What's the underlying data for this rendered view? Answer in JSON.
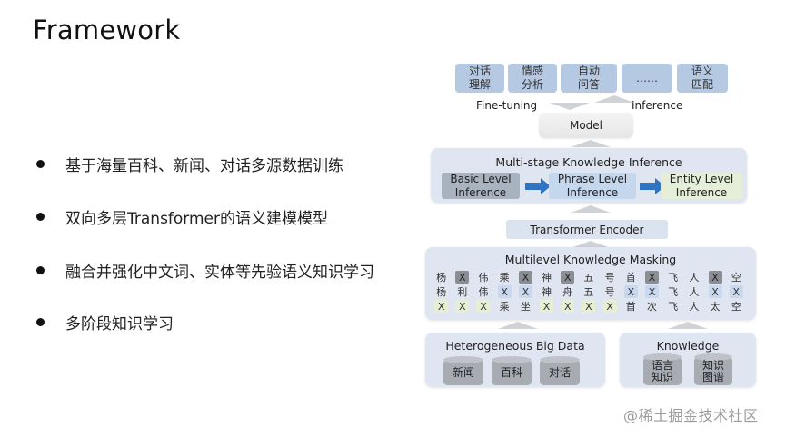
{
  "slide": {
    "title": "Framework",
    "bullets": [
      "基于海量百科、新闻、对话多源数据训练",
      "双向多层Transformer的语义建模模型",
      "融合并强化中文词、实体等先验语义知识学习",
      "多阶段知识学习"
    ]
  },
  "diagram": {
    "tasks": [
      "对话\n理解",
      "情感\n分析",
      "自动\n问答",
      "……",
      "语义\n匹配"
    ],
    "fine_tuning_label": "Fine-tuning",
    "inference_label": "Inference",
    "model_label": "Model",
    "inference_panel": {
      "title": "Multi-stage Knowledge Inference",
      "stages": [
        "Basic Level\nInference",
        "Phrase Level\nInference",
        "Entity Level\nInference"
      ]
    },
    "encoder_label": "Transformer Encoder",
    "masking_panel": {
      "title": "Multilevel Knowledge Masking",
      "rows": [
        [
          [
            "杨",
            ""
          ],
          [
            "X",
            "dark"
          ],
          [
            "伟",
            ""
          ],
          [
            "乘",
            ""
          ],
          [
            "X",
            "dark"
          ],
          [
            "神",
            ""
          ],
          [
            "X",
            "dark"
          ],
          [
            "五",
            ""
          ],
          [
            "号",
            ""
          ],
          [
            "首",
            ""
          ],
          [
            "X",
            "dark"
          ],
          [
            "飞",
            ""
          ],
          [
            "人",
            ""
          ],
          [
            "X",
            "dark"
          ],
          [
            "空",
            ""
          ]
        ],
        [
          [
            "杨",
            ""
          ],
          [
            "利",
            ""
          ],
          [
            "伟",
            ""
          ],
          [
            "X",
            "blue"
          ],
          [
            "X",
            "blue"
          ],
          [
            "神",
            ""
          ],
          [
            "舟",
            ""
          ],
          [
            "五",
            ""
          ],
          [
            "号",
            ""
          ],
          [
            "X",
            "blue"
          ],
          [
            "X",
            "blue"
          ],
          [
            "飞",
            ""
          ],
          [
            "人",
            ""
          ],
          [
            "X",
            "blue"
          ],
          [
            "X",
            "blue"
          ]
        ],
        [
          [
            "X",
            "green"
          ],
          [
            "X",
            "green"
          ],
          [
            "X",
            "green"
          ],
          [
            "乘",
            ""
          ],
          [
            "坐",
            ""
          ],
          [
            "X",
            "green"
          ],
          [
            "X",
            "green"
          ],
          [
            "X",
            "green"
          ],
          [
            "X",
            "green"
          ],
          [
            "首",
            ""
          ],
          [
            "次",
            ""
          ],
          [
            "飞",
            ""
          ],
          [
            "人",
            ""
          ],
          [
            "太",
            ""
          ],
          [
            "空",
            ""
          ]
        ]
      ]
    },
    "big_data_panel": {
      "title": "Heterogeneous Big Data",
      "sources": [
        "新闻",
        "百科",
        "对话"
      ]
    },
    "knowledge_panel": {
      "title": "Knowledge",
      "sources": [
        "语言\n知识",
        "知识\n图谱"
      ]
    },
    "colors": {
      "task_box": "#b5c9e3",
      "panel_bg": "#dfe6f1",
      "arrow_blue": "#2f74c0",
      "mask_dark": "#8a8e94",
      "mask_blue": "#c9d8ee",
      "mask_green": "#e6efd4"
    }
  },
  "watermark": "@稀土掘金技术社区"
}
